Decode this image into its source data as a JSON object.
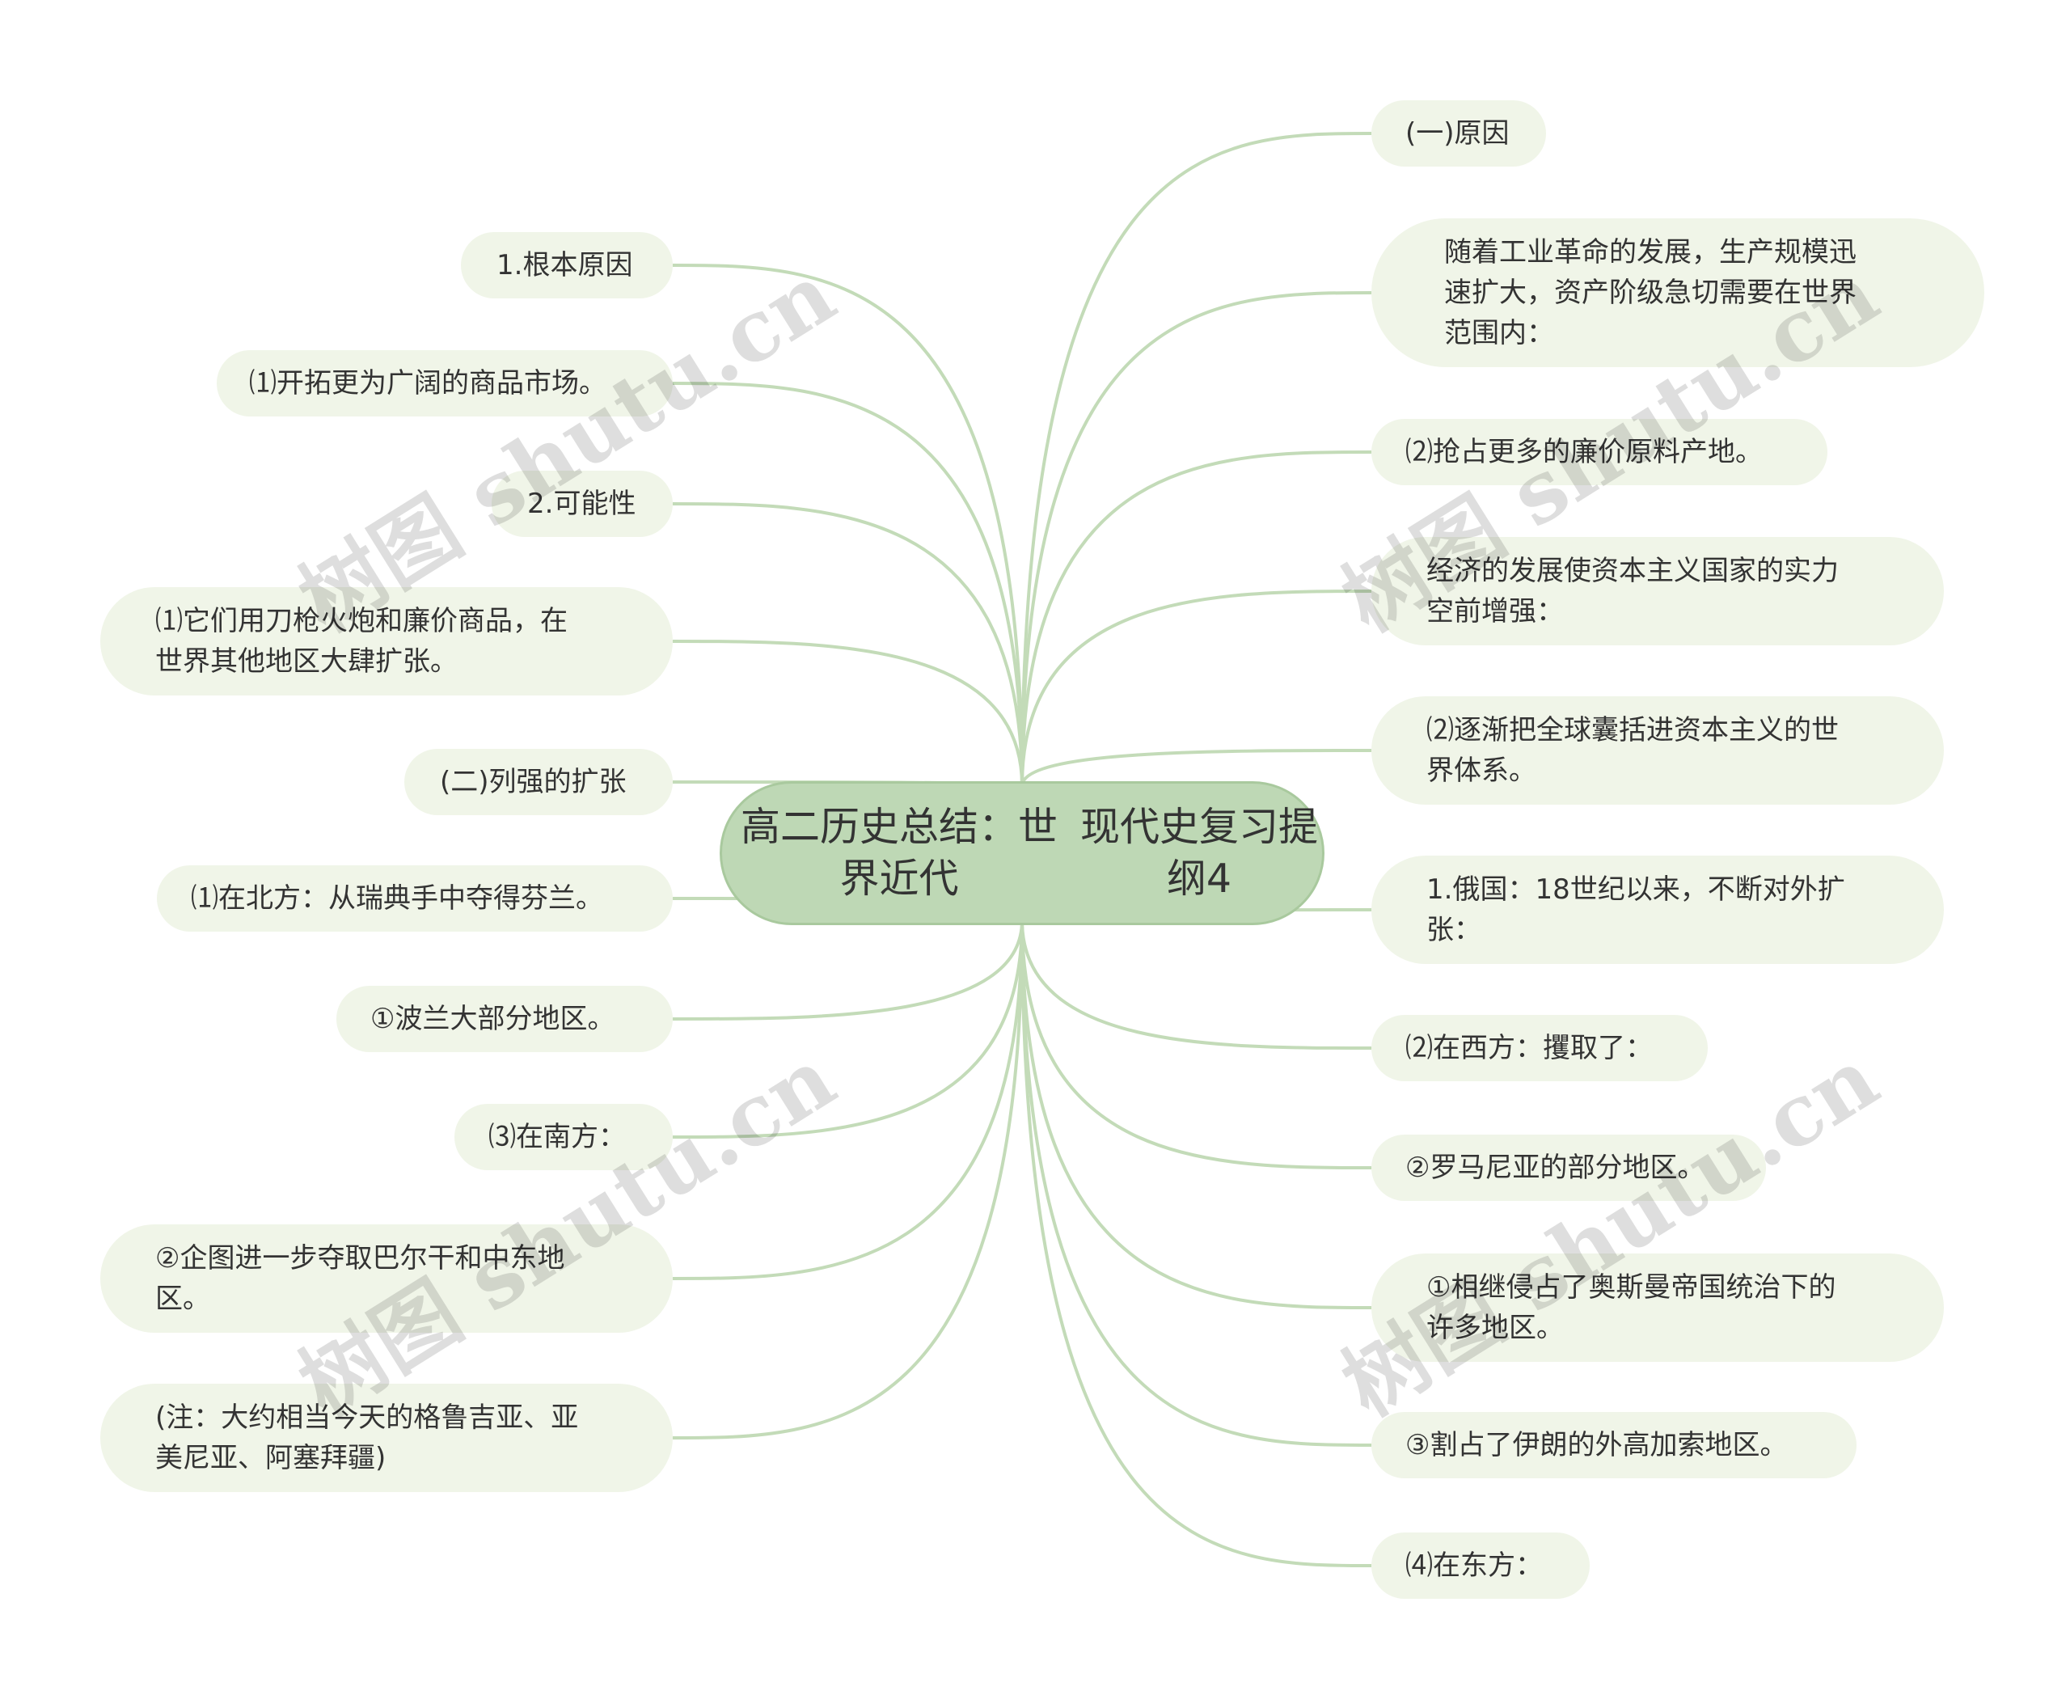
{
  "root": {
    "title": "高二历史总结：世界近代现代史复习提纲4",
    "lines": [
      "高二历史总结：世界近代",
      "现代史复习提纲4"
    ]
  },
  "left_nodes": [
    {
      "text": "1.根本原因"
    },
    {
      "text": "⑴开拓更为广阔的商品市场。"
    },
    {
      "text": "2.可能性"
    },
    {
      "text": "⑴它们用刀枪火炮和廉价商品，在世界其他地区大肆扩张。",
      "lines": [
        "⑴它们用刀枪火炮和廉价商品，在",
        "世界其他地区大肆扩张。"
      ]
    },
    {
      "text": "(二)列强的扩张"
    },
    {
      "text": "⑴在北方：从瑞典手中夺得芬兰。"
    },
    {
      "text": "①波兰大部分地区。"
    },
    {
      "text": "⑶在南方："
    },
    {
      "text": "②企图进一步夺取巴尔干和中东地区。",
      "lines": [
        "②企图进一步夺取巴尔干和中东地",
        "区。"
      ]
    },
    {
      "text": "(注：大约相当今天的格鲁吉亚、亚美尼亚、阿塞拜疆)",
      "lines": [
        "(注：大约相当今天的格鲁吉亚、亚",
        "美尼亚、阿塞拜疆)"
      ]
    }
  ],
  "right_nodes": [
    {
      "text": "(一)原因"
    },
    {
      "text": "随着工业革命的发展，生产规模迅速扩大，资产阶级急切需要在世界范围内：",
      "lines": [
        "随着工业革命的发展，生产规模迅",
        "速扩大，资产阶级急切需要在世界",
        "范围内："
      ]
    },
    {
      "text": "⑵抢占更多的廉价原料产地。"
    },
    {
      "text": "经济的发展使资本主义国家的实力空前增强：",
      "lines": [
        "经济的发展使资本主义国家的实力",
        "空前增强："
      ]
    },
    {
      "text": "⑵逐渐把全球囊括进资本主义的世界体系。",
      "lines": [
        "⑵逐渐把全球囊括进资本主义的世",
        "界体系。"
      ]
    },
    {
      "text": "1.俄国：18世纪以来，不断对外扩张：",
      "lines": [
        "1.俄国：18世纪以来，不断对外扩",
        "张："
      ]
    },
    {
      "text": "⑵在西方：攫取了："
    },
    {
      "text": "②罗马尼亚的部分地区。"
    },
    {
      "text": "①相继侵占了奥斯曼帝国统治下的许多地区。",
      "lines": [
        "①相继侵占了奥斯曼帝国统治下的",
        "许多地区。"
      ]
    },
    {
      "text": "③割占了伊朗的外高加索地区。"
    },
    {
      "text": "⑷在东方："
    }
  ],
  "watermark": "树图 shutu.cn",
  "colors": {
    "link": "#c3dbb8",
    "node_bg": "#f0f5e8",
    "root_bg": "#bed8b5",
    "root_border": "#a9c99e",
    "text": "#333333"
  }
}
